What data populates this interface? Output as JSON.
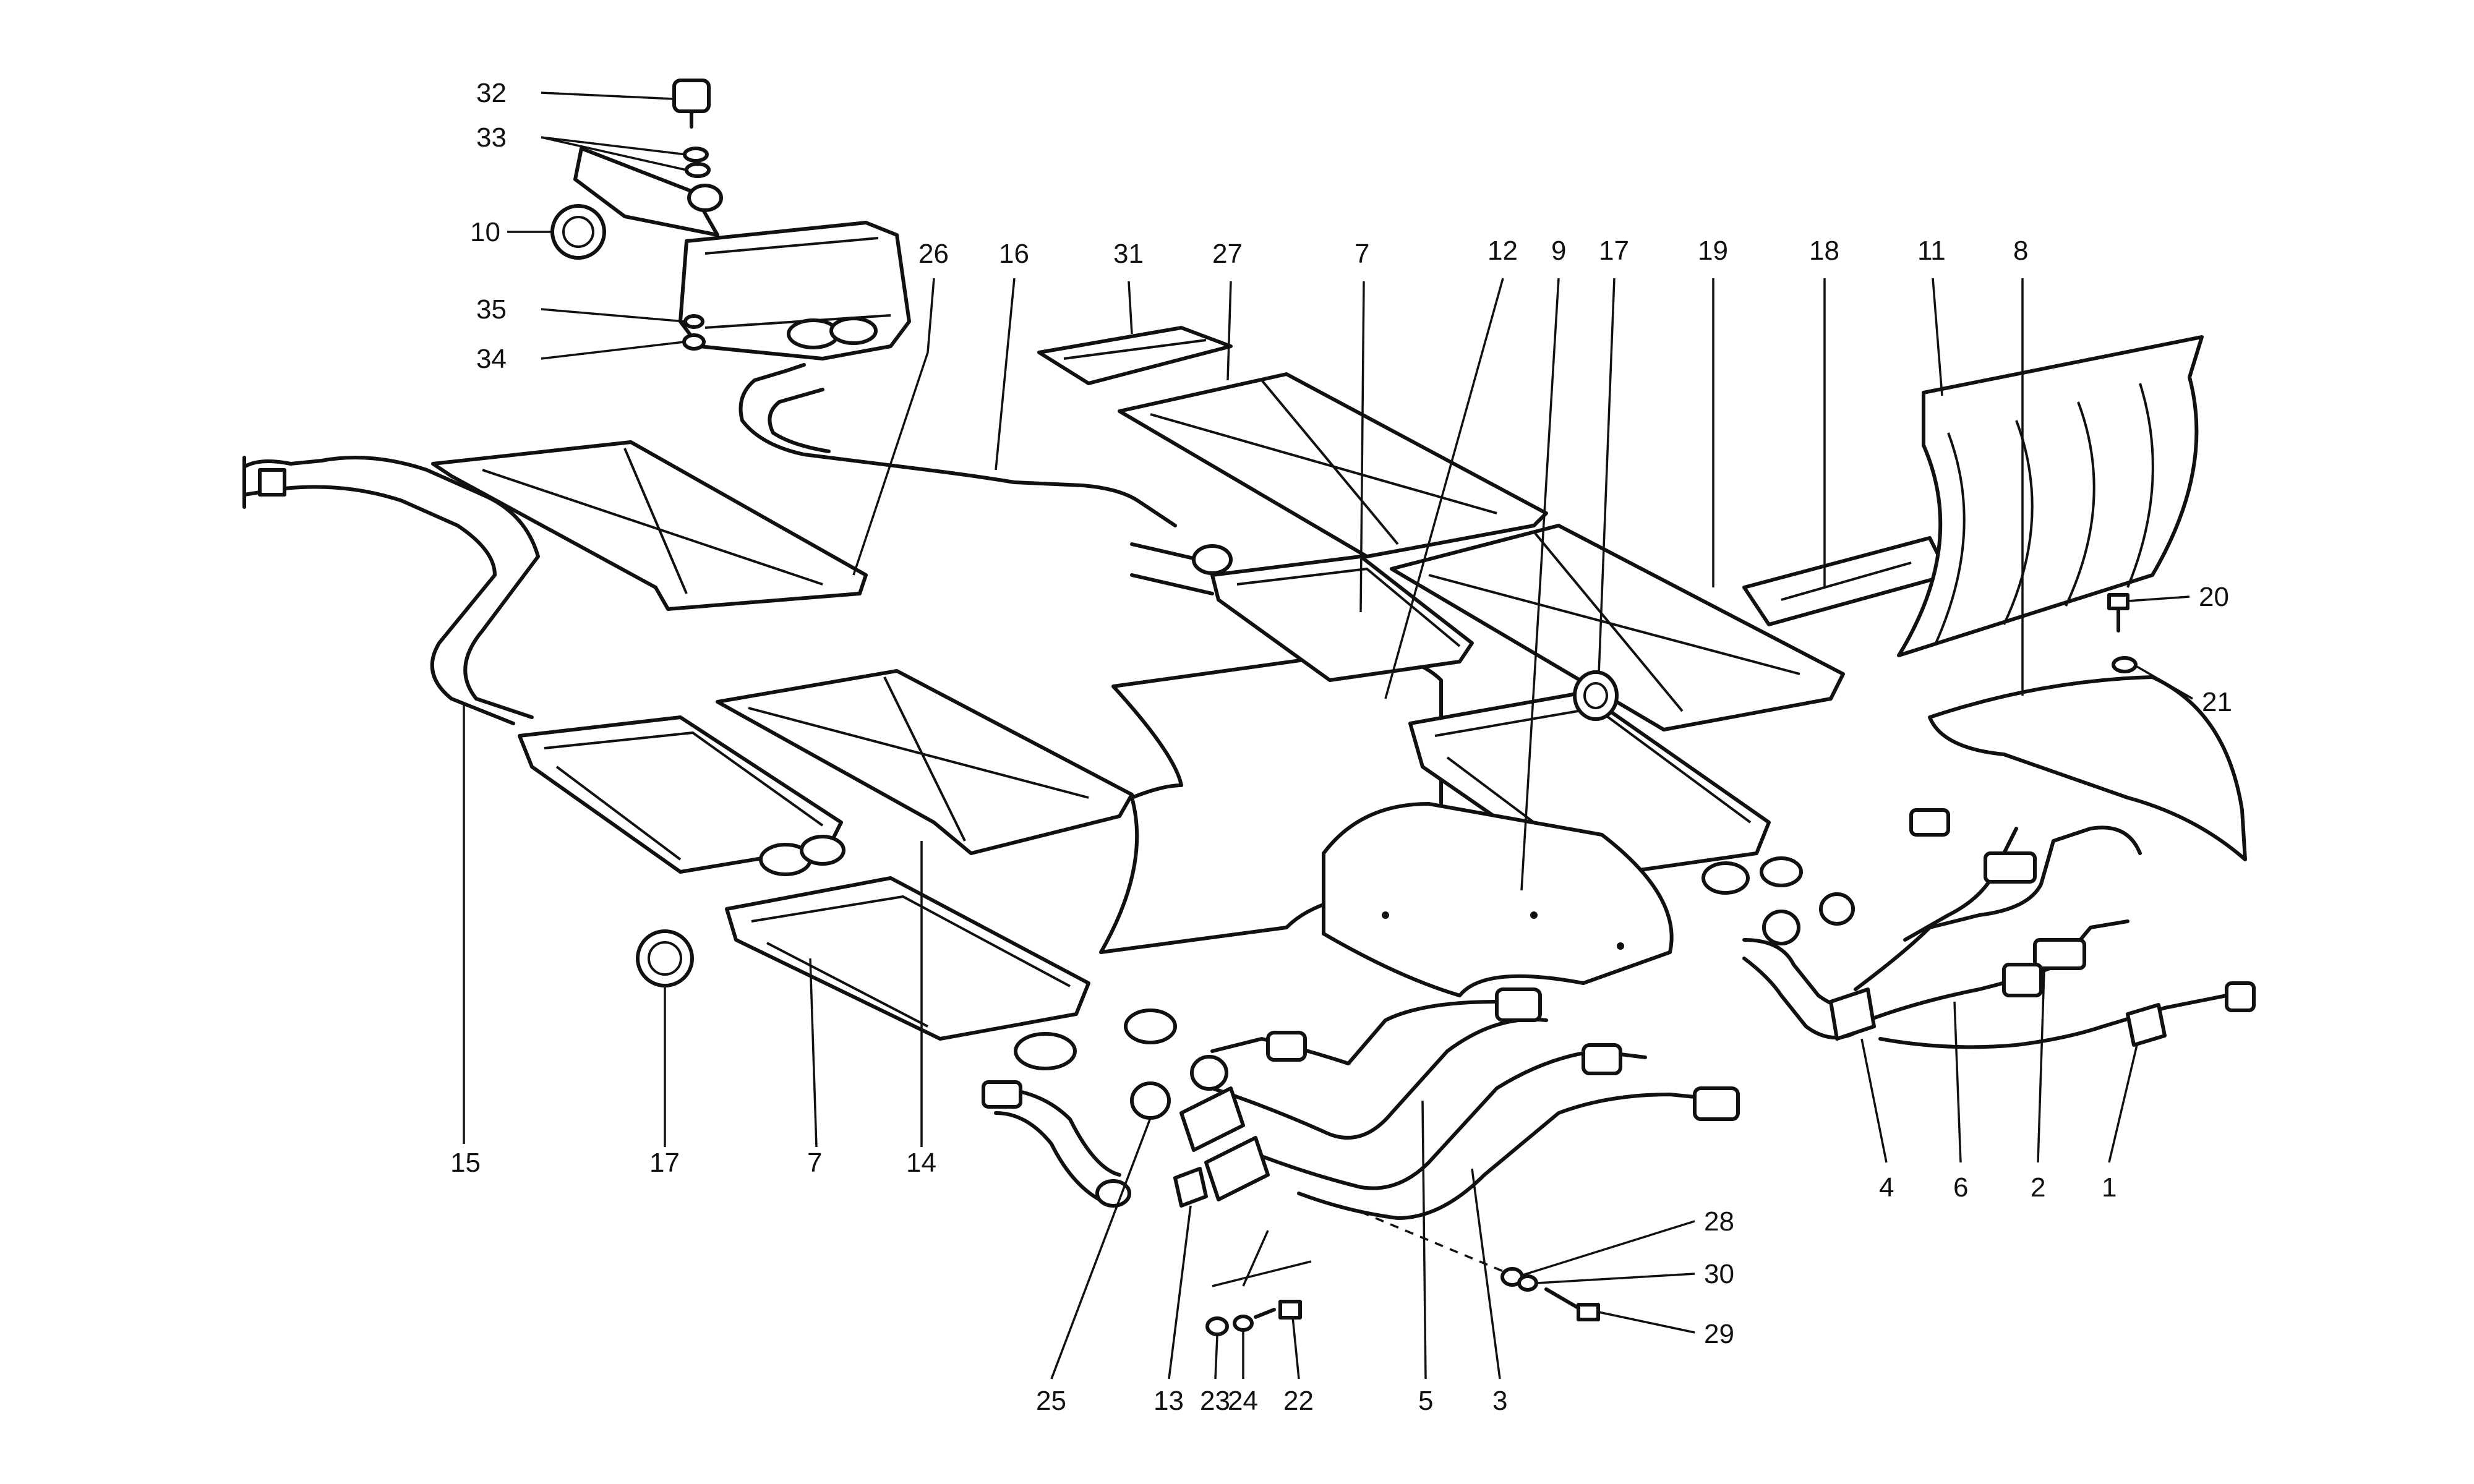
{
  "diagram": {
    "callouts": [
      "32",
      "33",
      "10",
      "35",
      "34",
      "26",
      "16",
      "31",
      "27",
      "7",
      "12",
      "9",
      "17",
      "19",
      "18",
      "11",
      "8",
      "20",
      "21",
      "15",
      "17",
      "7",
      "14",
      "25",
      "13",
      "23",
      "24",
      "22",
      "5",
      "3",
      "28",
      "30",
      "29",
      "4",
      "6",
      "2",
      "1"
    ]
  },
  "colors": {
    "line": "#111111",
    "background": "#ffffff"
  }
}
